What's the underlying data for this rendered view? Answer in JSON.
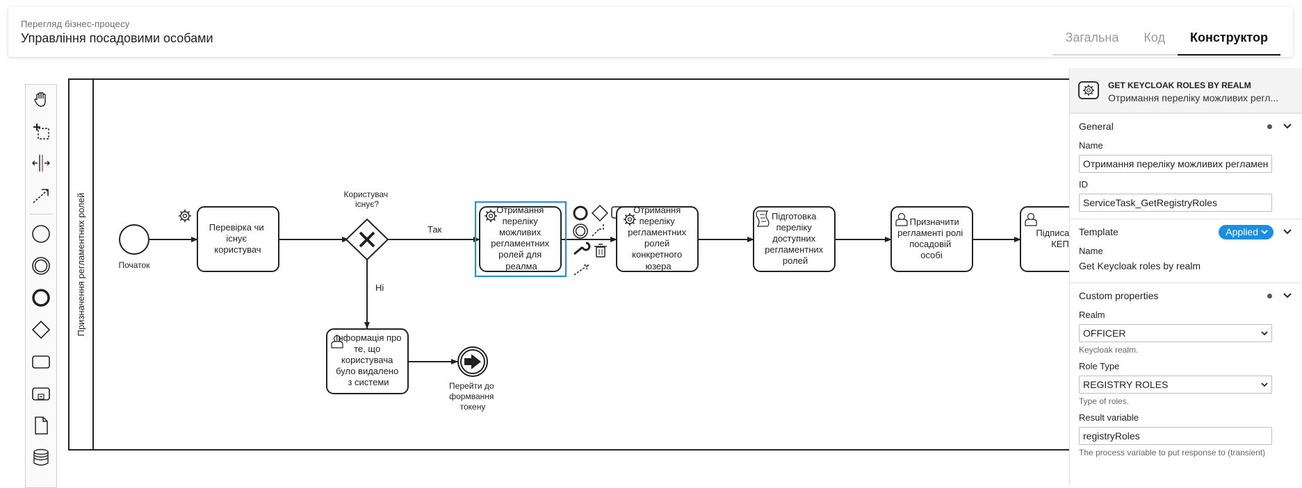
{
  "header": {
    "subtitle": "Перегляд бізнес-процесу",
    "title": "Управління посадовими особами",
    "tabs": [
      {
        "label": "Загальна",
        "active": false
      },
      {
        "label": "Код",
        "active": false
      },
      {
        "label": "Конструктор",
        "active": true
      }
    ]
  },
  "diagram": {
    "lane_label": "Призначення регламентних ролей",
    "start_label": "Початок",
    "gateway_question": [
      "Користувач",
      "існує?"
    ],
    "flow_yes": "Так",
    "flow_no": "Ні",
    "tasks": {
      "check_user": [
        "Перевірка чи",
        "існує",
        "користувач"
      ],
      "get_roles": [
        "Отримання",
        "переліку",
        "можливих",
        "регламентних",
        "ролей для",
        "реалма"
      ],
      "get_user_roles": [
        "Отримання",
        "переліку",
        "регламентних",
        "ролей",
        "конкретного",
        "юзера"
      ],
      "prepare": [
        "Підготовка",
        "переліку",
        "доступних",
        "регламентних",
        "ролей"
      ],
      "assign": [
        "Призначити",
        "регламенті ролі",
        "посадовій",
        "особі"
      ],
      "sign": [
        "Підписат",
        "КЕП"
      ],
      "info": [
        "Інформація про",
        "те, що",
        "користувача",
        "було видалено",
        "з системи"
      ]
    },
    "end_label": [
      "Перейти до",
      "формвання",
      "токену"
    ]
  },
  "properties": {
    "element_type": "GET KEYCLOAK ROLES BY REALM",
    "element_name": "Отримання переліку можливих регл...",
    "general": {
      "title": "General",
      "name_label": "Name",
      "name_value": "Отримання переліку можливих регламен",
      "id_label": "ID",
      "id_value": "ServiceTask_GetRegistryRoles"
    },
    "template": {
      "title": "Template",
      "badge": "Applied",
      "name_label": "Name",
      "name_value": "Get Keycloak roles by realm"
    },
    "custom": {
      "title": "Custom properties",
      "realm_label": "Realm",
      "realm_value": "OFFICER",
      "realm_desc": "Keycloak realm.",
      "role_type_label": "Role Type",
      "role_type_value": "REGISTRY ROLES",
      "role_type_desc": "Type of roles.",
      "result_label": "Result variable",
      "result_value": "registryRoles",
      "result_desc": "The process variable to put response to (transient)"
    }
  },
  "colors": {
    "selection": "#1a8fe0",
    "badge": "#1a8fe0"
  }
}
